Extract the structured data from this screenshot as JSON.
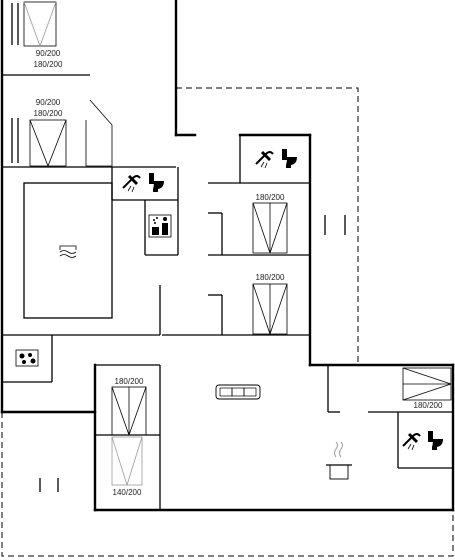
{
  "labels": {
    "bed_top_1": "90/200",
    "bed_top_2": "180/200",
    "bed_mid_1": "90/200",
    "bed_mid_2": "180/200",
    "bed_room_a": "180/200",
    "bed_room_b": "180/200",
    "bed_left_bottom_top": "180/200",
    "bed_left_bottom_bottom": "140/200",
    "bed_right": "180/200"
  },
  "icons": [
    "shower-icon",
    "toilet-icon",
    "sauna-icon",
    "pool-icon",
    "whirlpool-icon",
    "sofa-icon",
    "cooking-pot-icon"
  ]
}
